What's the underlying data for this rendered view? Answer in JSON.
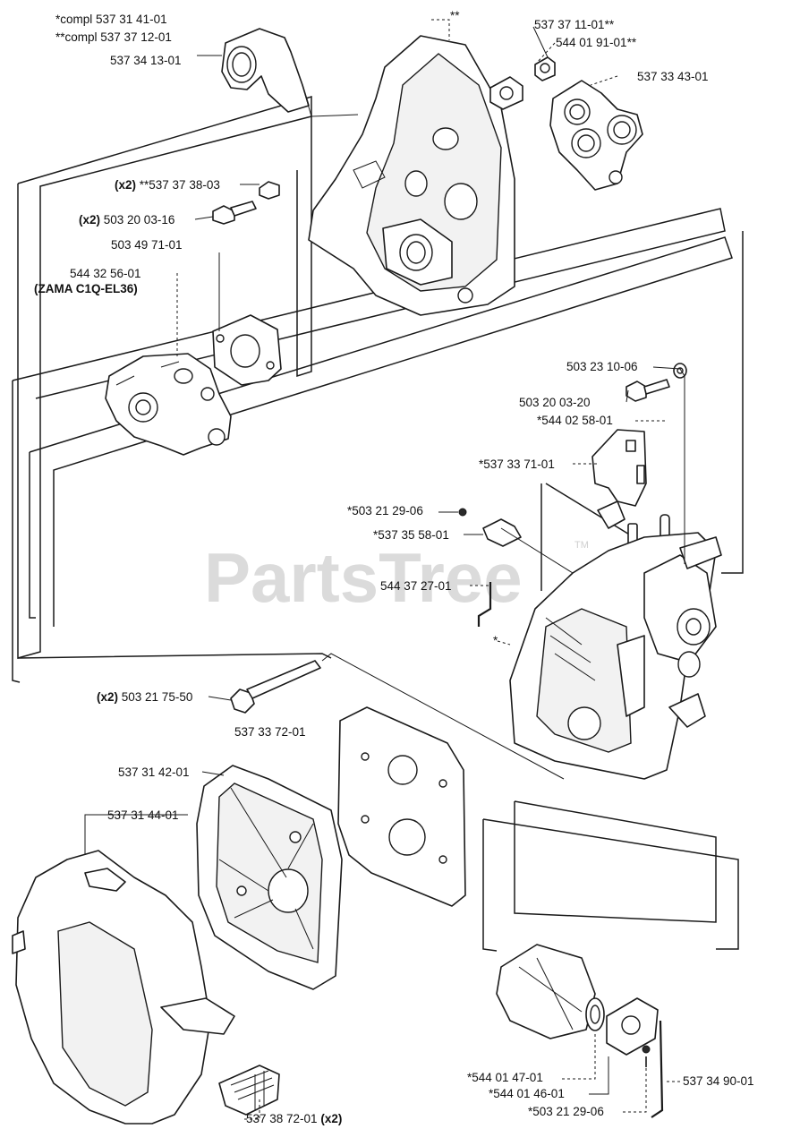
{
  "watermark": {
    "text": "PartsTree",
    "trademark": "TM"
  },
  "labels": {
    "intake_compl_a": "*compl 537 31 41-01",
    "intake_compl_b": "**compl 537 37 12-01",
    "intake_elbow": "537 34 13-01",
    "top_double_asterisk": "**",
    "sleeve_a": "537 37 11-01**",
    "sleeve_b": "544 01 91-01**",
    "flange": "537 33 43-01",
    "screw_x2_a": "(x2) **537 37 38-03",
    "screw_x2_b": "(x2) 503 20 03-16",
    "gasket": "503 49 71-01",
    "carburetor": "544 32 56-01",
    "carburetor_model": "(ZAMA C1Q-EL36)",
    "washer": "503 23 10-06",
    "screw_c": "503 20 03-20",
    "bracket": "*544 02 58-01",
    "lever": "*537 33 71-01",
    "screw_d": "*503 21 29-06",
    "swivel": "*537 35 58-01",
    "throttle_rod": "544 37 27-01",
    "small_asterisk": "*",
    "long_bolt": "(x2) 503 21 75-50",
    "filter_element": "537 33 72-01",
    "filter_holder": "537 31 42-01",
    "cover": "537 31 44-01",
    "clip": "537 38 72-01 (x2)",
    "seal_a": "*544 01 47-01",
    "seal_b": "*544 01 46-01",
    "screw_e": "*503 21 29-06",
    "choke_rod": "537 34 90-01"
  }
}
